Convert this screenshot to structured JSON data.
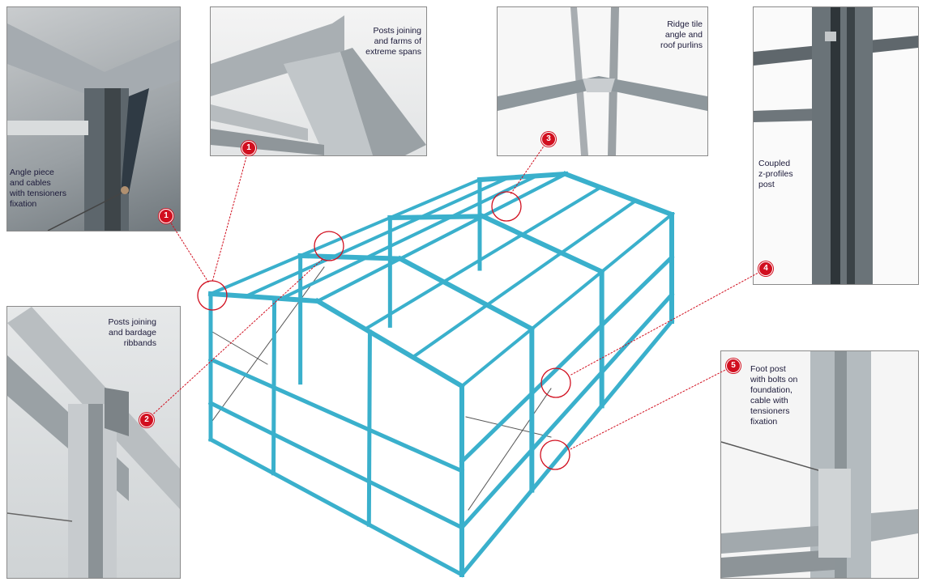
{
  "colors": {
    "frame": "#3ab0cc",
    "accent": "#d10f1f",
    "text": "#1c1a3a"
  },
  "callouts": [
    {
      "number": "1",
      "caption": [
        "Angle piece",
        "and cables",
        "with tensioners",
        "fixation"
      ]
    },
    {
      "number": "1",
      "caption": [
        "Posts joining",
        "and farms of",
        "extreme spans"
      ]
    },
    {
      "number": "3",
      "caption": [
        "Ridge tile",
        "angle and",
        "roof purlins"
      ]
    },
    {
      "number": "4",
      "caption": [
        "Coupled",
        "z-profiles",
        "post"
      ]
    },
    {
      "number": "2",
      "caption": [
        "Posts joining",
        "and bardage",
        "ribbands"
      ]
    },
    {
      "number": "5",
      "caption": [
        "Foot post",
        "with bolts on",
        "foundation,",
        "cable with",
        "tensioners",
        "fixation"
      ]
    }
  ]
}
